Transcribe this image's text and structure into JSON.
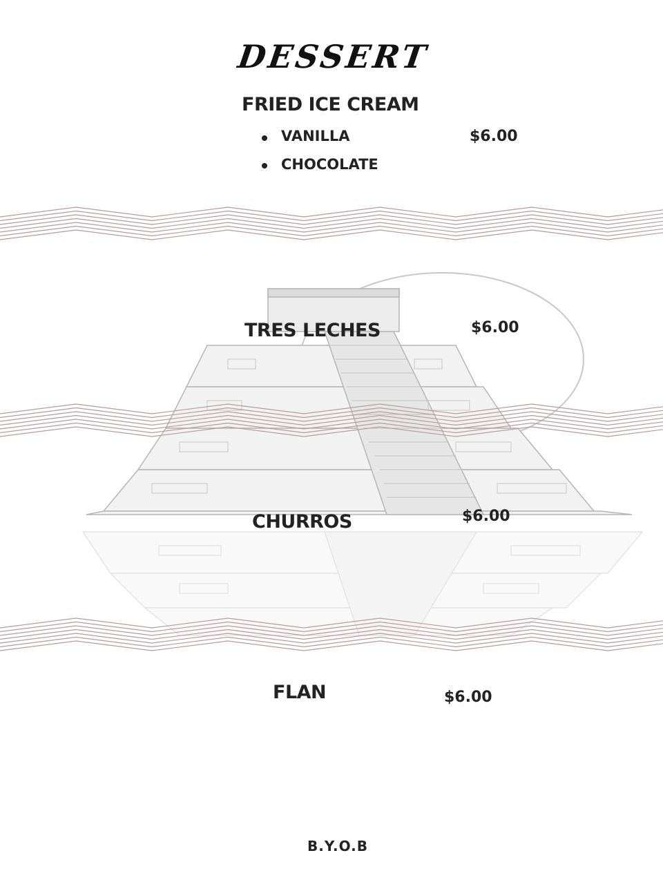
{
  "menu": {
    "title": "DESSERT",
    "fried_ice_cream": {
      "name": "FRIED ICE CREAM",
      "options": [
        "VANILLA",
        "CHOCOLATE"
      ],
      "price": "$6.00"
    },
    "tres_leches": {
      "name": "TRES LECHES",
      "price": "$6.00"
    },
    "churros": {
      "name": "CHURROS",
      "price": "$6.00"
    },
    "flan": {
      "name": "FLAN",
      "price": "$6.00"
    },
    "footer": "B.Y.O.B"
  },
  "colors": {
    "wave_lines": "#b89a9a",
    "pyramid": "#9a9a9a",
    "text": "#222222"
  },
  "icons": [
    "pyramid-illustration",
    "zigzag-divider"
  ]
}
